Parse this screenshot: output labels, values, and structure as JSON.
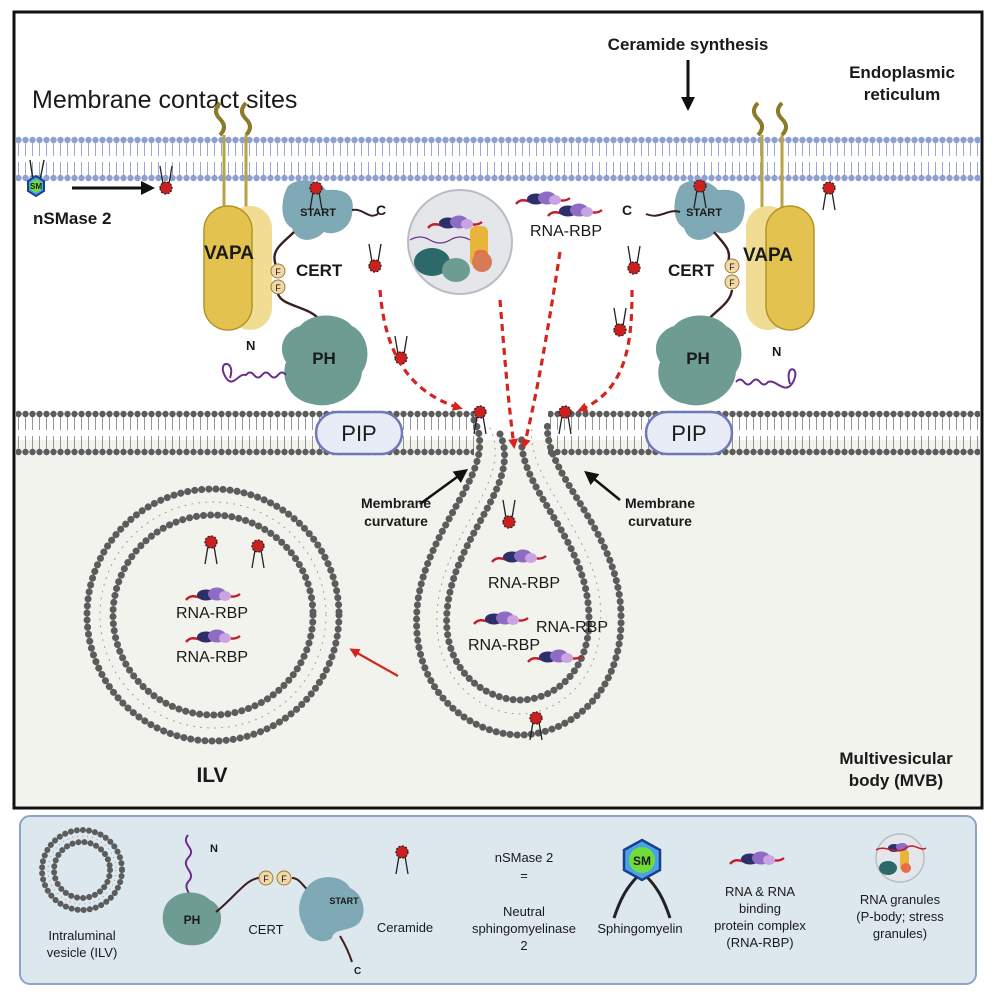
{
  "main": {
    "title": "Membrane contact sites",
    "ceramide_synthesis": "Ceramide synthesis",
    "er_line1": "Endoplasmic",
    "er_line2": "reticulum",
    "nsmase": "nSMase 2",
    "vapa_left": "VAPA",
    "vapa_right": "VAPA",
    "start_left": "START",
    "start_right": "START",
    "cert_left": "CERT",
    "cert_right": "CERT",
    "c_left": "C",
    "c_right": "C",
    "n_left": "N",
    "n_right": "N",
    "ph_left": "PH",
    "ph_right": "PH",
    "pip_left": "PIP",
    "pip_right": "PIP",
    "ff": "F",
    "rna_rbp_top": "RNA-RBP",
    "curv_left_1": "Membrane",
    "curv_left_2": "curvature",
    "curv_right_1": "Membrane",
    "curv_right_2": "curvature",
    "ilv_rna1": "RNA-RBP",
    "ilv_rna2": "RNA-RBP",
    "bud_rna1": "RNA-RBP",
    "bud_rna2": "RNA-RBP",
    "bud_rna3": "RNA-RBP",
    "ilv": "ILV",
    "mvb_line1": "Multivesicular",
    "mvb_line2": "body (MVB)",
    "sm": "SM"
  },
  "legend": {
    "ilv_1": "Intraluminal",
    "ilv_2": "vesicle (ILV)",
    "ph": "PH",
    "n": "N",
    "cert": "CERT",
    "start": "START",
    "c": "C",
    "ff": "F",
    "ceramide": "Ceramide",
    "nsmase_1": "nSMase 2",
    "nsmase_eq": "=",
    "nsmase_2": "Neutral",
    "nsmase_3": "sphingomyelinase",
    "nsmase_4": "2",
    "sm": "SM",
    "sphingomyelin": "Sphingomyelin",
    "rna_1": "RNA & RNA",
    "rna_2": "binding",
    "rna_3": "protein complex",
    "rna_4": "(RNA-RBP)",
    "granule_1": "RNA granules",
    "granule_2": "(P-body; stress",
    "granule_3": "granules)"
  },
  "colors": {
    "er_head": "#8e9fd1",
    "mvb_fill": "#f1f3ec",
    "legend_fill": "#dde8ee",
    "vapa": "#e3c24f",
    "start": "#7fa9b4",
    "ph": "#6e9b92",
    "ceramide": "#cc1f1f",
    "arrow": "#d5231e",
    "pip": "#e8ecf7"
  }
}
